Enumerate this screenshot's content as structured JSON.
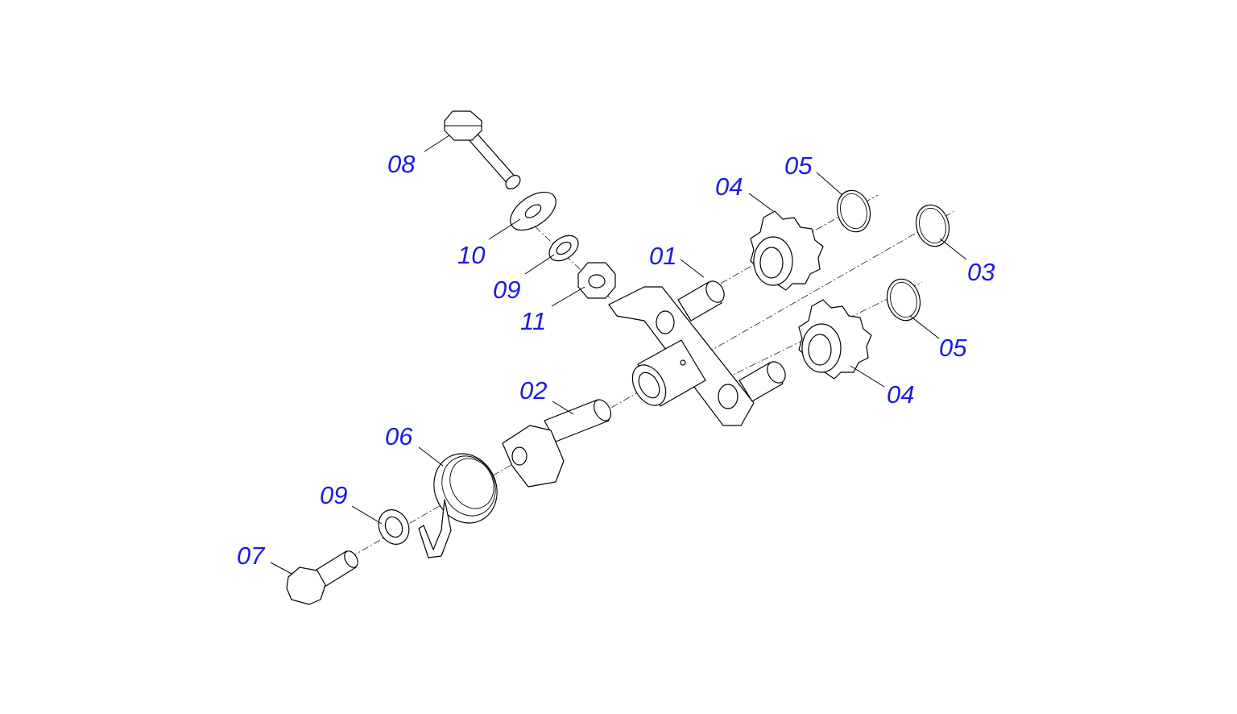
{
  "labels": [
    {
      "id": "01",
      "text": "01"
    },
    {
      "id": "02",
      "text": "02"
    },
    {
      "id": "03",
      "text": "03"
    },
    {
      "id": "04a",
      "text": "04"
    },
    {
      "id": "04b",
      "text": "04"
    },
    {
      "id": "05a",
      "text": "05"
    },
    {
      "id": "05b",
      "text": "05"
    },
    {
      "id": "06",
      "text": "06"
    },
    {
      "id": "07",
      "text": "07"
    },
    {
      "id": "08",
      "text": "08"
    },
    {
      "id": "09a",
      "text": "09"
    },
    {
      "id": "09b",
      "text": "09"
    },
    {
      "id": "10",
      "text": "10"
    },
    {
      "id": "11",
      "text": "11"
    }
  ],
  "colors": {
    "label": "#1a1ae6",
    "line": "#000000",
    "background": "#ffffff"
  }
}
